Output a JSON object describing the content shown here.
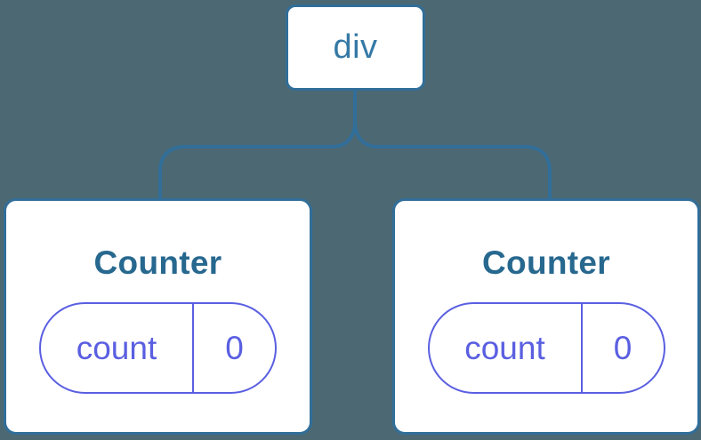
{
  "diagram": {
    "type": "component-tree",
    "root": {
      "label": "div"
    },
    "children": [
      {
        "title": "Counter",
        "state": {
          "name": "count",
          "value": "0"
        }
      },
      {
        "title": "Counter",
        "state": {
          "name": "count",
          "value": "0"
        }
      }
    ]
  },
  "colors": {
    "background": "#4C6873",
    "node_border": "#316E99",
    "root_label": "#3579A6",
    "title": "#27688F",
    "state": "#5A5FE1",
    "node_fill": "#FFFFFF"
  }
}
